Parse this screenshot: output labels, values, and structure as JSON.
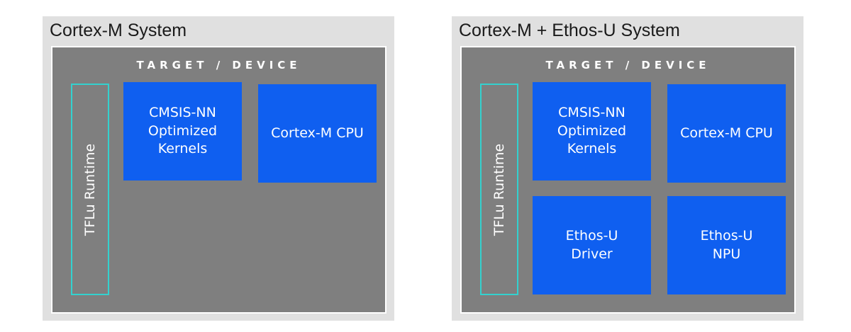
{
  "left_system": {
    "title": "Cortex-M System",
    "device_label": "TARGET / DEVICE",
    "runtime_label": "TFLu Runtime",
    "blocks": [
      {
        "label": "CMSIS-NN\nOptimized\nKernels"
      },
      {
        "label": "Cortex-M CPU"
      }
    ]
  },
  "right_system": {
    "title": "Cortex-M + Ethos-U System",
    "device_label": "TARGET / DEVICE",
    "runtime_label": "TFLu Runtime",
    "blocks": [
      {
        "label": "CMSIS-NN\nOptimized\nKernels"
      },
      {
        "label": "Cortex-M CPU"
      },
      {
        "label": "Ethos-U\nDriver"
      },
      {
        "label": "Ethos-U\nNPU"
      }
    ]
  },
  "colors": {
    "system_background": "#e0e0e0",
    "device_background": "#7f7f7f",
    "block_fill": "#0f5ff0",
    "runtime_border": "#33d1cf",
    "text_light": "#ffffff"
  }
}
